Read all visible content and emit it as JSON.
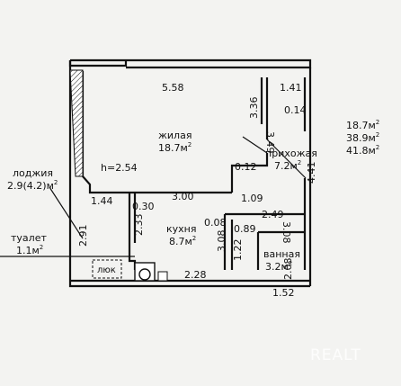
{
  "rooms": {
    "living": {
      "name": "жилая",
      "area": "18.7м",
      "height": "h=2.54"
    },
    "hall": {
      "name": "прихожая",
      "area": "7.2м"
    },
    "kitchen": {
      "name": "кухня",
      "area": "8.7м"
    },
    "bath": {
      "name": "ванная",
      "area": "3.2м"
    },
    "loggia": {
      "name": "лоджия",
      "area": "2.9(4.2)м"
    },
    "toilet": {
      "name": "туалет",
      "area": "1.1м"
    }
  },
  "hatch_label": "люк",
  "sup2": "2",
  "summary": [
    "18.7м",
    "38.9м",
    "41.8м"
  ],
  "dims": {
    "d558": "5.58",
    "d141": "1.41",
    "d014": "0.14",
    "d349": "3.49",
    "d336": "3.36",
    "d012": "0.12",
    "d441": "4.41",
    "d144": "1.44",
    "d300": "3.00",
    "d109": "1.09",
    "d030": "0.30",
    "d008": "0.08",
    "d249": "2.49",
    "d089": "0.89",
    "d308a": "3.08",
    "d308b": "3.08",
    "d233": "2.33",
    "d291": "2.91",
    "d122": "1.22",
    "d208": "2.08",
    "d228": "2.28",
    "d152": "1.52"
  },
  "watermark": "REALT"
}
